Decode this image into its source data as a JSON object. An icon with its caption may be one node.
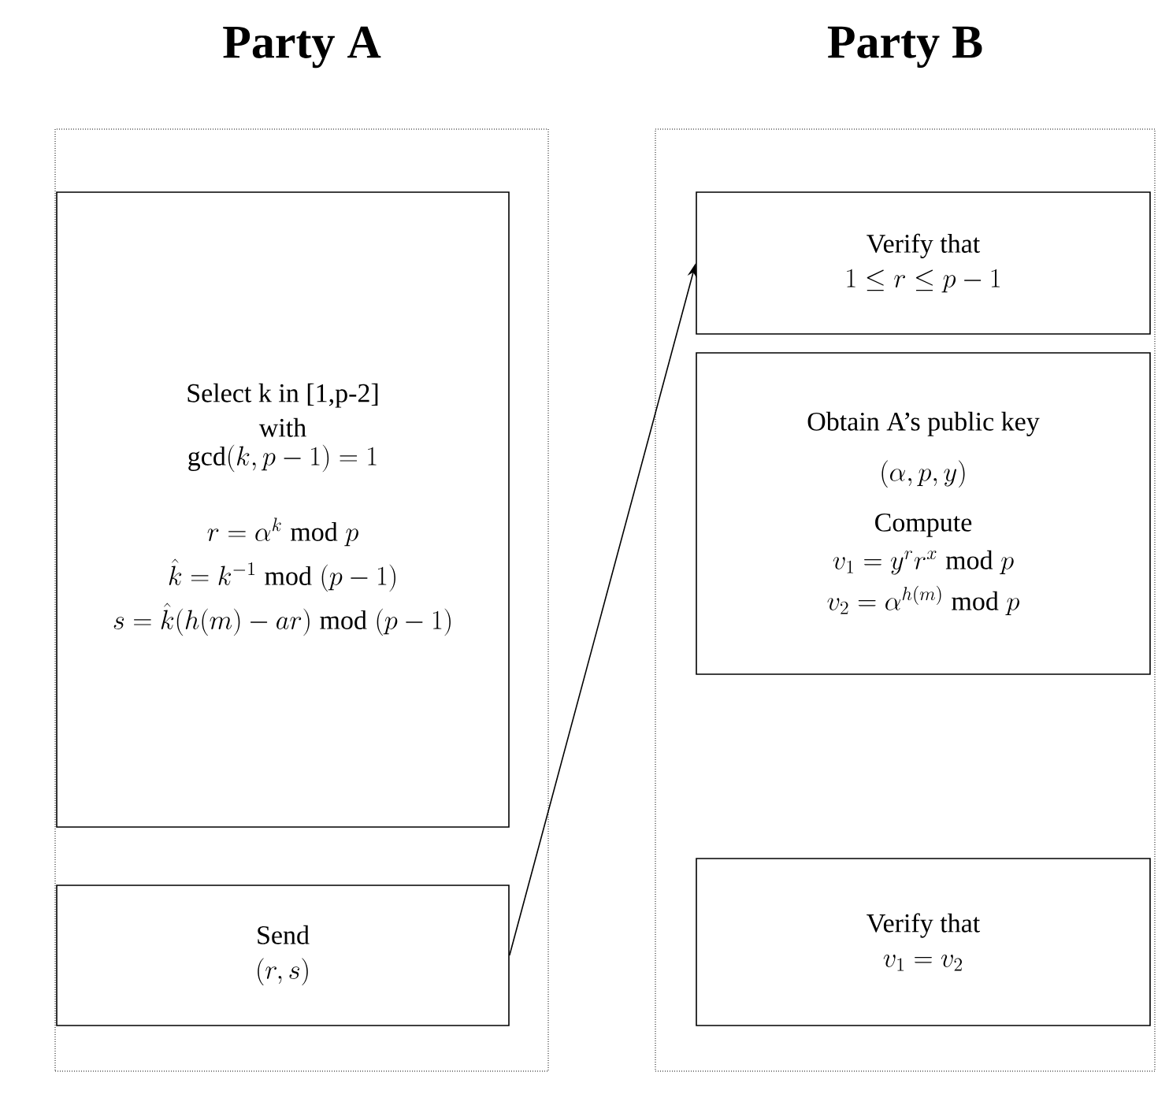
{
  "diagram": {
    "nodes": [
      {
        "text": [
          "Party A"
        ]
      },
      {
        "text": [
          "Select k in [1,p-2] with",
          "\\gcd(k, p-1)=1",
          "r=\\alpha^{k} \\bmod p",
          "\\hat{k}=k^{-1} \\bmod (p-1)",
          "s=\\hat{k}\\bigl(h(m)-ar\\bigr) \\bmod (p-1)"
        ],
        "in": 0
      },
      {
        "text": [
          "Send",
          "(r, s)"
        ],
        "in": 0
      },
      {
        "text": [
          "Party B"
        ]
      },
      {
        "text": [
          "Verify that",
          "1\\le r\\le p-1"
        ],
        "in": 3
      },
      {
        "text": [
          "Obtain A’s public key",
          "(\\alpha, p, y)",
          "Compute",
          "v_1 = y^{r} r^{x} \\bmod p",
          "v_2 = \\alpha^{h(m)} \\bmod p"
        ],
        "in": 3
      },
      {
        "text": [
          "Verify that",
          "v_1 = v_2"
        ],
        "in": 3
      }
    ],
    "edges": [
      {
        "from": 2,
        "to": 4,
        "arrow": "to"
      }
    ]
  }
}
